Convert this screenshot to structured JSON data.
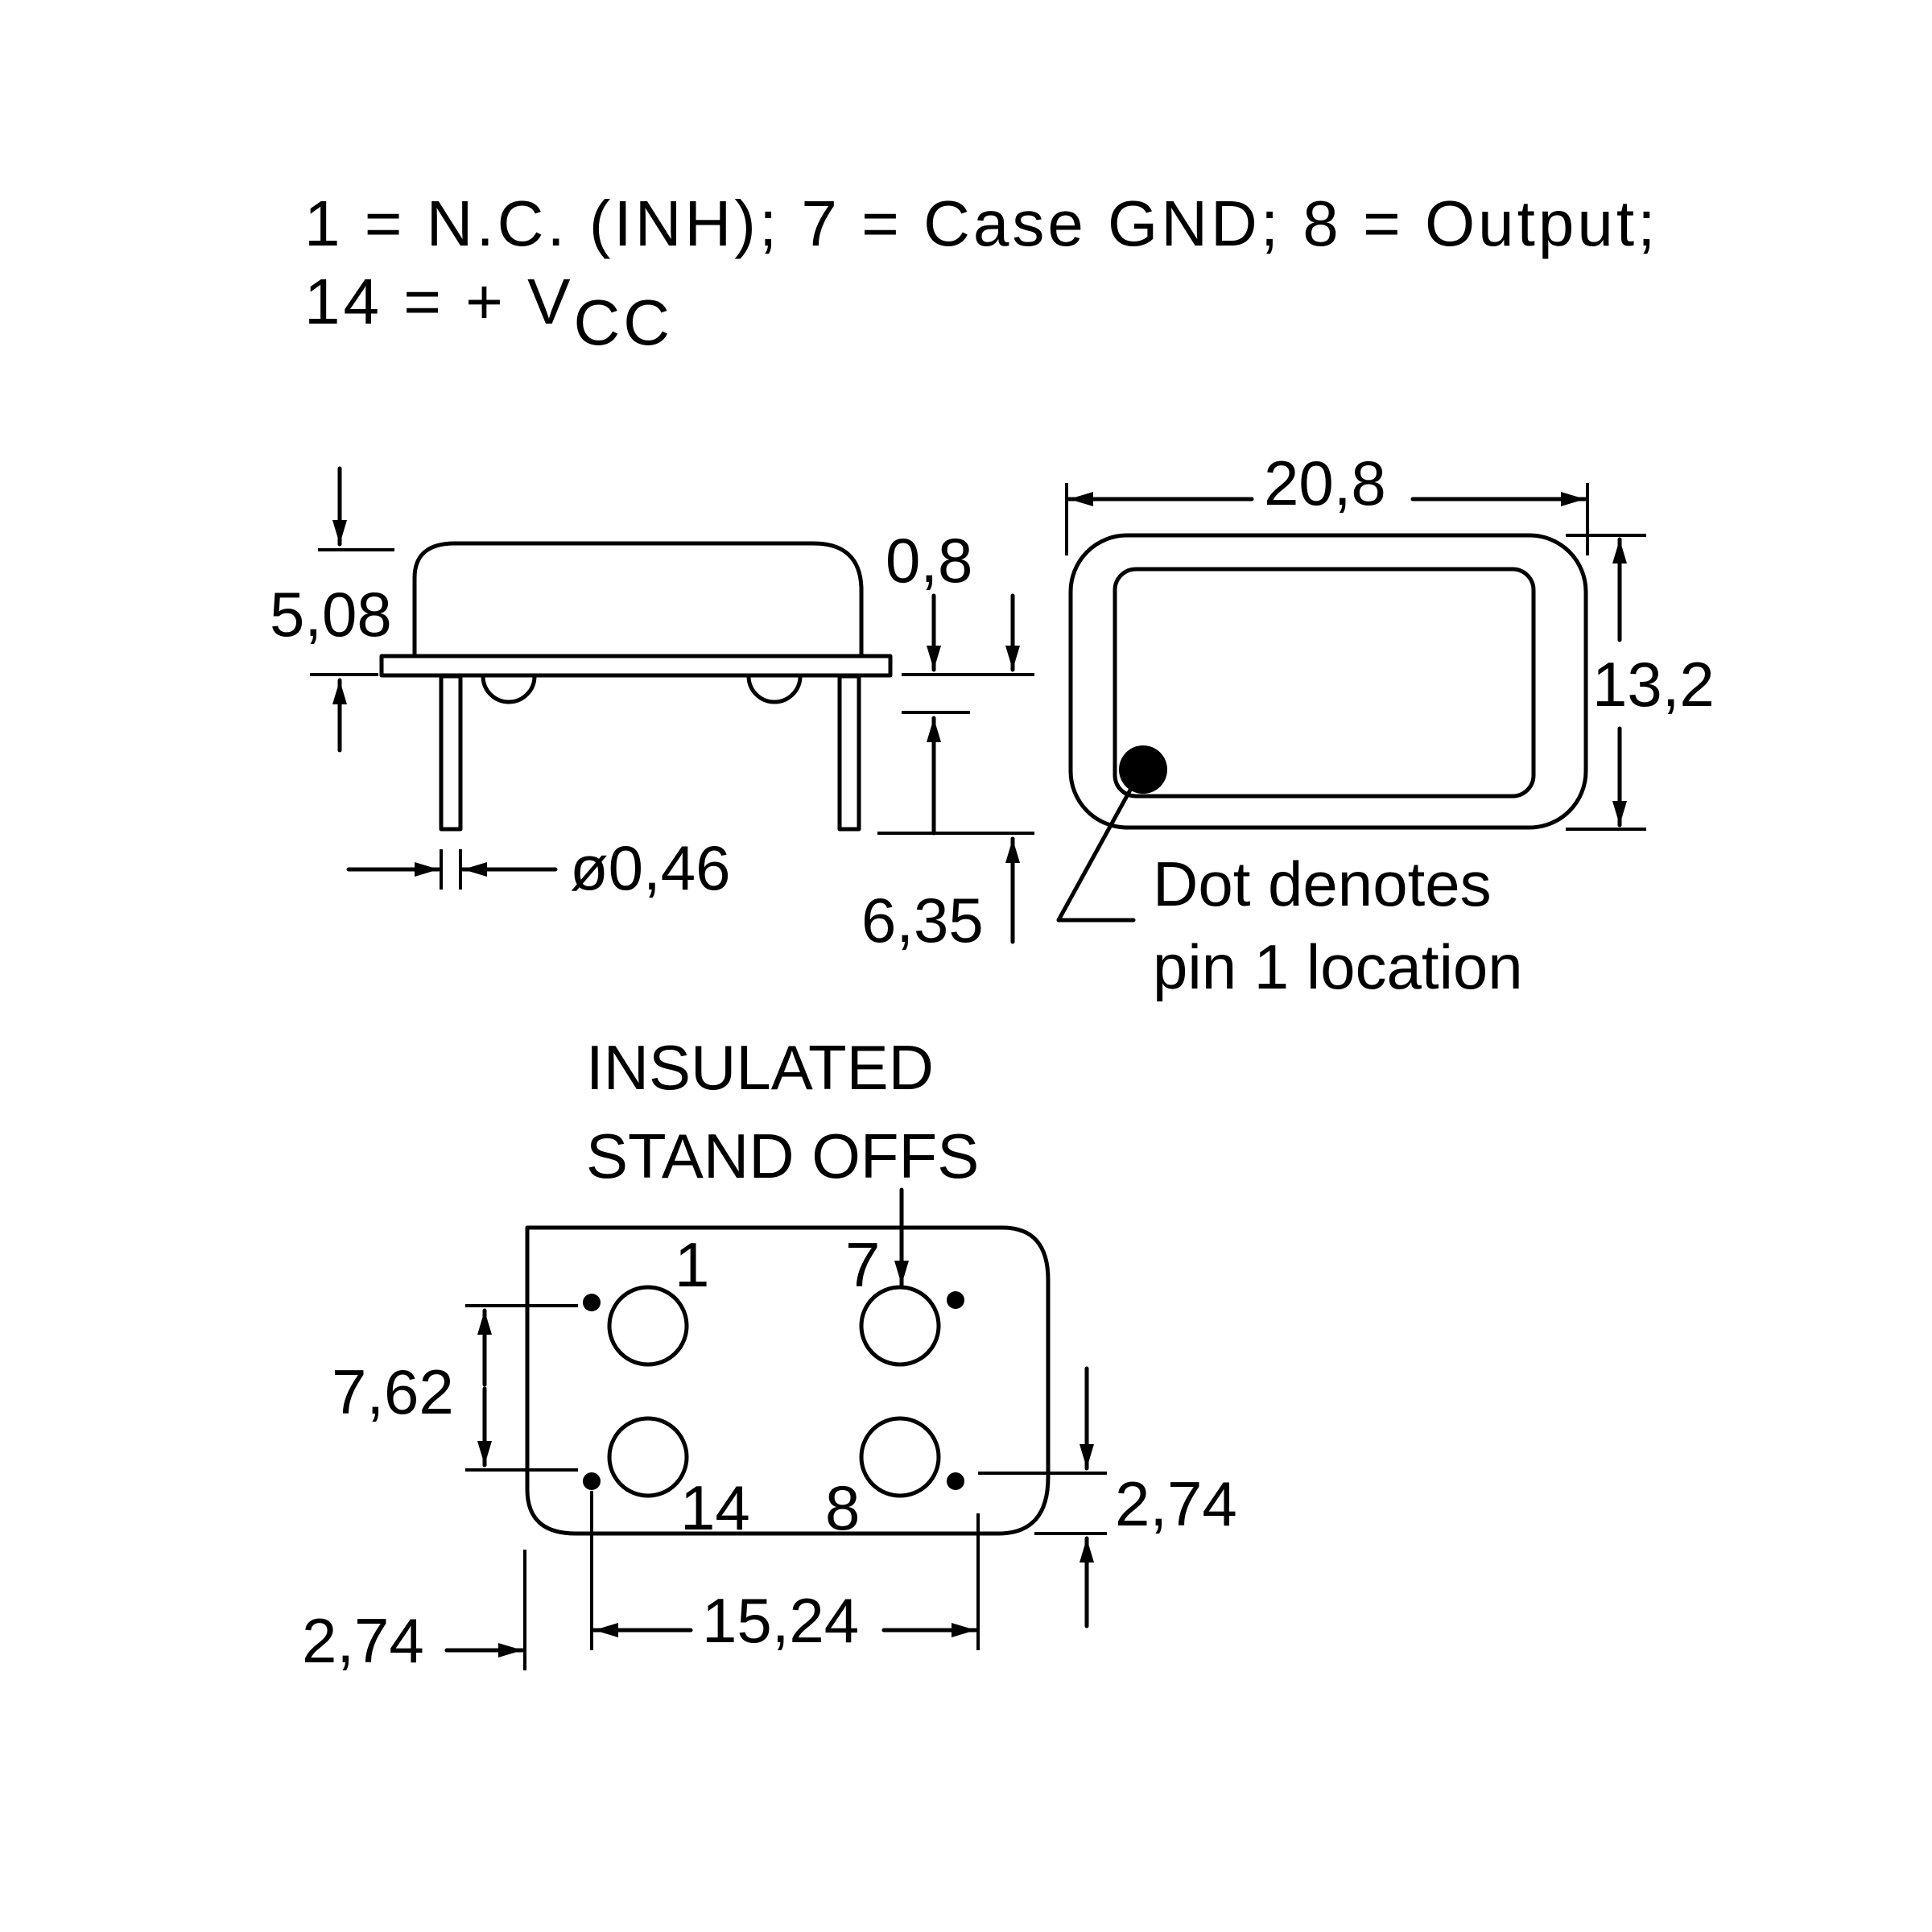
{
  "header": {
    "line1": "1 = N.C. (INH); 7 = Case GND; 8 = Output;",
    "line2_prefix": "14 = + V",
    "line2_sub": "CC"
  },
  "side_view": {
    "height_label": "5,08",
    "lead_diameter_label": "ø0,46",
    "flange_thickness_label": "0,8",
    "lead_length_label": "6,35"
  },
  "top_view": {
    "length_label": "20,8",
    "width_label": "13,2",
    "pin1_note_line1": "Dot denotes",
    "pin1_note_line2": "pin 1 location"
  },
  "bottom_view": {
    "standoff_note_line1": "INSULATED",
    "standoff_note_line2": "STAND OFFS",
    "pins": [
      "1",
      "7",
      "14",
      "8"
    ],
    "row_spacing_label": "7,62",
    "pin_spacing_label": "15,24",
    "edge_offset_left_label": "2,74",
    "edge_offset_right_label": "2,74"
  }
}
